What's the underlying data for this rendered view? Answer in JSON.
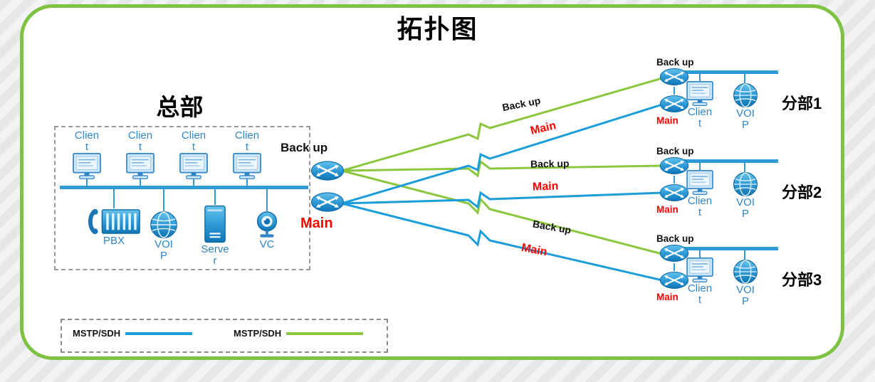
{
  "title": "拓扑图",
  "colors": {
    "frame_green": "#7DC242",
    "backup_link_green": "#8CC63E",
    "main_link_blue": "#1B9DD9",
    "bus_blue": "#2E9BD6",
    "device_label_blue": "#2E86C9",
    "main_label_red": "#FF0000"
  },
  "headquarters": {
    "label": "总部",
    "clients": [
      {
        "line1": "Clien",
        "line2": "t"
      },
      {
        "line1": "Clien",
        "line2": "t"
      },
      {
        "line1": "Clien",
        "line2": "t"
      },
      {
        "line1": "Clien",
        "line2": "t"
      }
    ],
    "devices": [
      {
        "id": "pbx",
        "line1": "PBX",
        "line2": ""
      },
      {
        "id": "voip",
        "line1": "VOI",
        "line2": "P"
      },
      {
        "id": "server",
        "line1": "Serve",
        "line2": "r"
      },
      {
        "id": "vc",
        "line1": "VC",
        "line2": ""
      }
    ]
  },
  "core": {
    "backup_label": "Back up",
    "main_label": "Main"
  },
  "links": [
    {
      "text": "Back up",
      "type": "backup"
    },
    {
      "text": "Main",
      "type": "main"
    },
    {
      "text": "Back up",
      "type": "backup"
    },
    {
      "text": "Main",
      "type": "main"
    },
    {
      "text": "Back up",
      "type": "backup"
    },
    {
      "text": "Main",
      "type": "main"
    }
  ],
  "branches": [
    {
      "name": "分部1",
      "backup_label": "Back up",
      "main_label": "Main",
      "client": {
        "line1": "Clien",
        "line2": "t"
      },
      "voip": {
        "line1": "VOI",
        "line2": "P"
      }
    },
    {
      "name": "分部2",
      "backup_label": "Back up",
      "main_label": "Main",
      "client": {
        "line1": "Clien",
        "line2": "t"
      },
      "voip": {
        "line1": "VOI",
        "line2": "P"
      }
    },
    {
      "name": "分部3",
      "backup_label": "Back up",
      "main_label": "Main",
      "client": {
        "line1": "Clien",
        "line2": "t"
      },
      "voip": {
        "line1": "VOI",
        "line2": "P"
      }
    }
  ],
  "legend": {
    "items": [
      {
        "label": "MSTP/SDH",
        "color": "#1B9DD9"
      },
      {
        "label": "MSTP/SDH",
        "color": "#8CC63E"
      }
    ]
  }
}
